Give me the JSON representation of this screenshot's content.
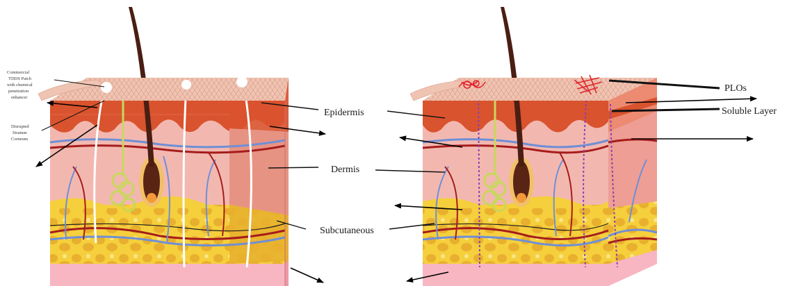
{
  "labels": {
    "epidermis": "Epidermis",
    "dermis": "Dermis",
    "subcutaneous": "Subcutaneous",
    "plos": "PLOs",
    "soluble_layer": "Soluble Layer",
    "patch_line1": "Commercial",
    "patch_line2": "TDDS Patch",
    "patch_line3": "with chemical",
    "patch_line4": "penetration",
    "patch_line5": "enhancer",
    "disrupted_line1": "Disrupted",
    "disrupted_line2": "Stratum",
    "disrupted_line3": "Corneum"
  },
  "colors": {
    "patch": "#f0c4b2",
    "epidermis": "#d9532e",
    "dermis": "#f2b8b0",
    "dermis_side": "#e79384",
    "fat": "#f5cf3c",
    "fat_dark": "#e0a22a",
    "base": "#f7b6c2",
    "hair": "#4a1e12",
    "vein": "#6f8fd6",
    "artery": "#a51c1c",
    "gland": "#c8d85a",
    "plo": "#e0262e"
  }
}
